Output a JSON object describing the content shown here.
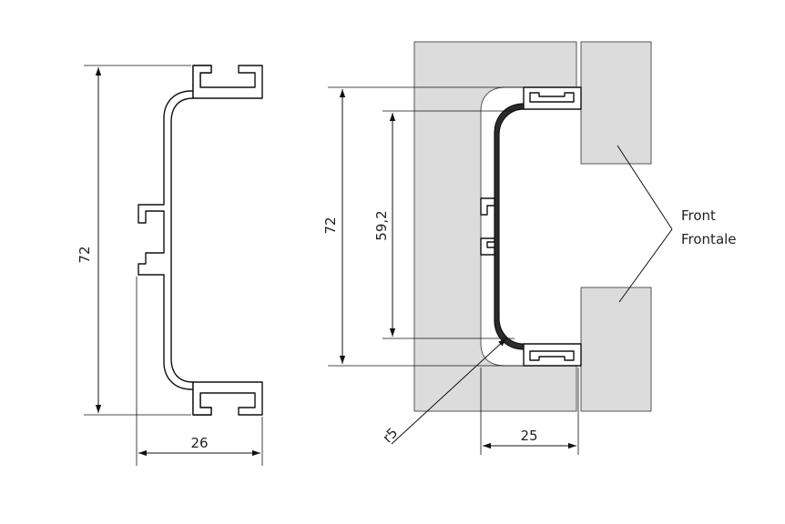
{
  "left_view": {
    "height_label": "72",
    "width_label": "26"
  },
  "right_view": {
    "height_label": "72",
    "inner_height_label": "59,2",
    "depth_label": "25",
    "radius_label": "r5",
    "front_label_en": "Front",
    "front_label_fr": "Frontale"
  },
  "colors": {
    "block_fill": "#dcdcdc",
    "line": "#111111"
  }
}
